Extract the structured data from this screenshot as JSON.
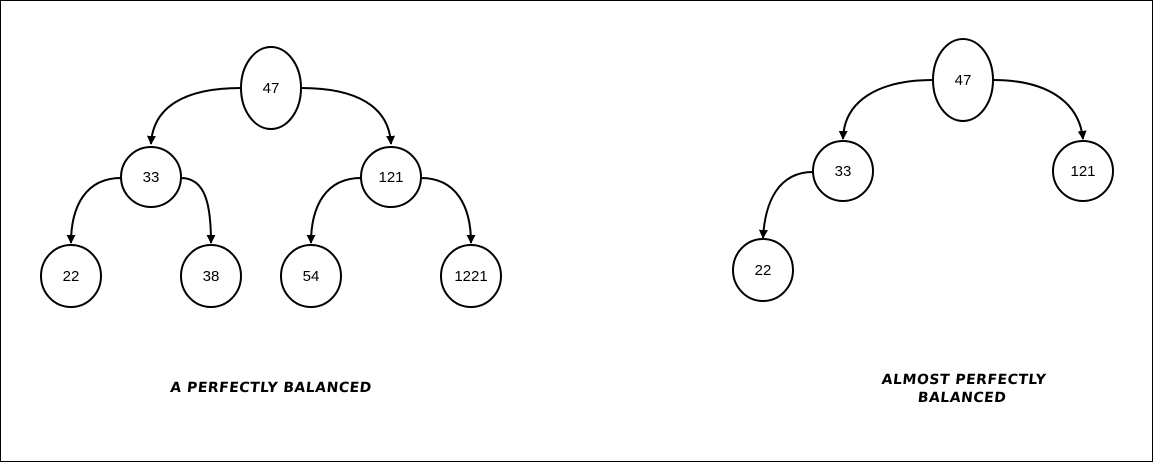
{
  "diagrams": [
    {
      "caption": [
        "A PERFECTLY BALANCED"
      ],
      "nodes": [
        "47",
        "33",
        "121",
        "22",
        "38",
        "54",
        "1221"
      ]
    },
    {
      "caption": [
        "ALMOST PERFECTLY",
        "BALANCED"
      ],
      "nodes": [
        "47",
        "33",
        "121",
        "22"
      ]
    }
  ],
  "colors": {
    "stroke": "#000000",
    "fill": "#ffffff"
  }
}
